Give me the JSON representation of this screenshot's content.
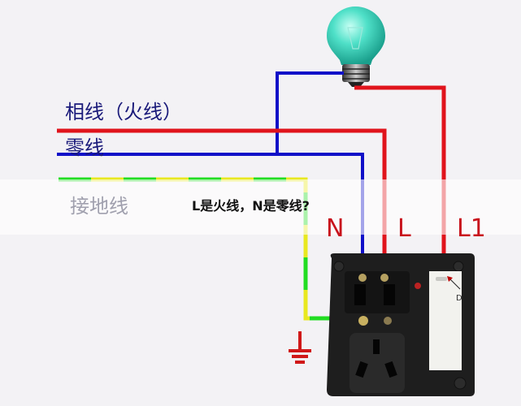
{
  "diagram": {
    "title": "switch-socket wiring diagram",
    "wire_labels": {
      "live": "相线（火线）",
      "neutral": "零线",
      "ground": "接地线"
    },
    "terminal_labels": [
      "N",
      "L",
      "L1"
    ],
    "switch_mark": "D",
    "caption": "L是火线，N是零线?",
    "colors": {
      "live": "#e0141c",
      "neutral": "#1010c8",
      "ground_green": "#22dd22",
      "ground_yellow": "#e8e820",
      "label_text": "#1a1a7a",
      "terminal_text": "#c8121c",
      "bulb": "#3fd6c0",
      "panel": "#1e1e1e",
      "switch_rocker": "#f2f2ee",
      "background": "#f3f2f5"
    }
  }
}
